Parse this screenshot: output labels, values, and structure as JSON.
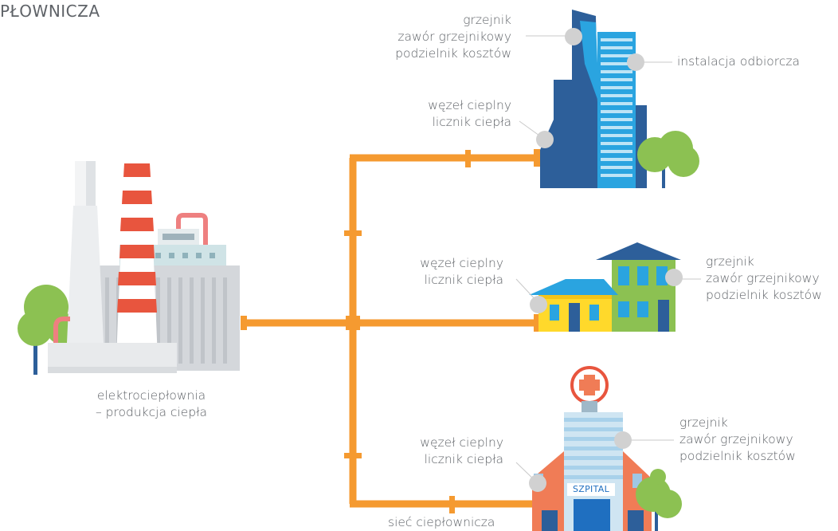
{
  "title": "PŁOWNICZA",
  "plant": {
    "lines": [
      "elektrociepłownia",
      "– produkcja ciepła"
    ]
  },
  "network": {
    "label": "sieć ciepłownicza"
  },
  "office": {
    "left": [
      "grzejnik",
      "zawór grzejnikowy",
      "podzielnik kosztów"
    ],
    "right": "instalacja odbiorcza",
    "node": [
      "węzeł cieplny",
      "licznik ciepła"
    ]
  },
  "houses": {
    "node": [
      "węzeł cieplny",
      "licznik ciepła"
    ],
    "right": [
      "grzejnik",
      "zawór grzejnikowy",
      "podzielnik kosztów"
    ]
  },
  "hospital": {
    "sign": "SZPITAL",
    "node": [
      "węzeł cieplny",
      "licznik ciepła"
    ],
    "right": [
      "grzejnik",
      "zawór grzejnikowy",
      "podzielnik kosztów"
    ]
  },
  "colors": {
    "pipe": "#f59a30",
    "text": "#5f6368",
    "callout": "#cfcfcf",
    "blue_dark": "#2d5f9a",
    "blue_light": "#2aa4e0",
    "green": "#8cc152",
    "red": "#e8553e"
  }
}
